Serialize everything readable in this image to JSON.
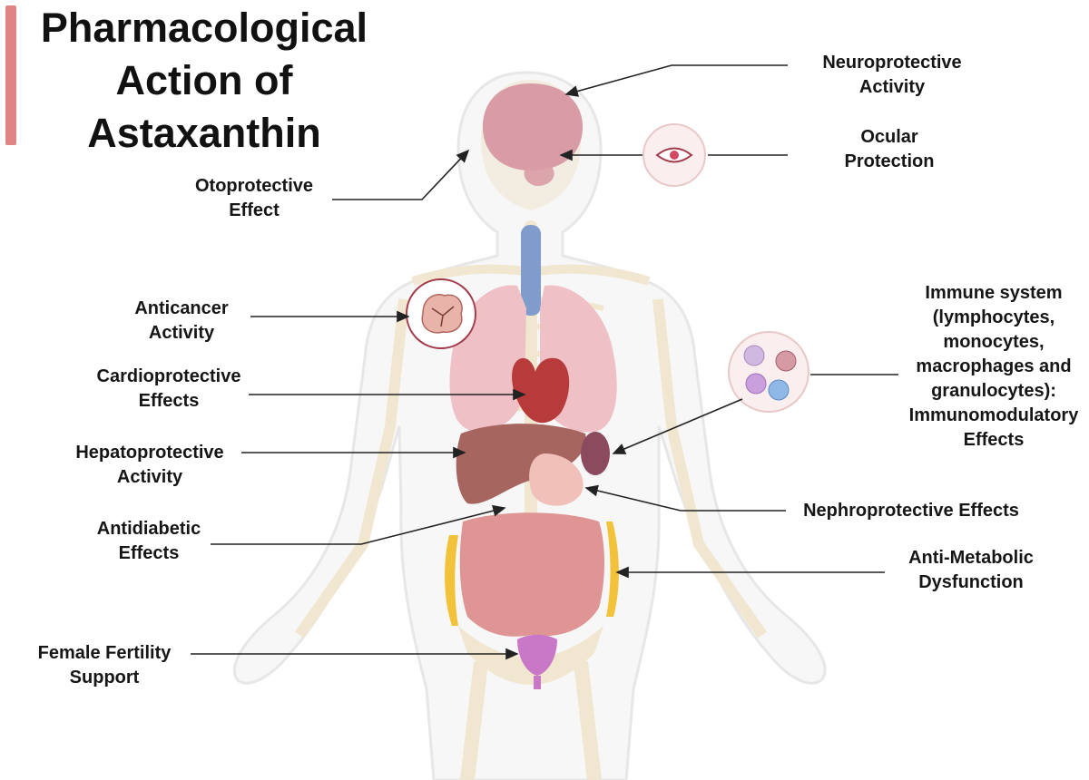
{
  "title": {
    "lines": [
      "Pharmacological",
      "Action of",
      "Astaxanthin"
    ]
  },
  "colors": {
    "accent_bar": "#e08585",
    "body_outline": "#e7e7e7",
    "skeleton": "#f1e6cf",
    "brain": "#d99ca6",
    "trachea": "#7f9ccd",
    "lungs": "#efc1c6",
    "liver": "#a6655f",
    "kidney": "#8c4a5e",
    "intestine": "#e09595",
    "fat": "#f2c23a",
    "uterus": "#c978c8",
    "callout_ring": "#a23a4a",
    "leader_line": "#222222"
  },
  "labels": {
    "neuroprotective": [
      "Neuroprotective",
      "Activity"
    ],
    "ocular": [
      "Ocular",
      "Protection"
    ],
    "otoprotective": [
      "Otoprotective",
      "Effect"
    ],
    "anticancer": [
      "Anticancer",
      "Activity"
    ],
    "cardioprotective": [
      "Cardioprotective",
      "Effects"
    ],
    "hepatoprotective": [
      "Hepatoprotective",
      "Activity"
    ],
    "antidiabetic": [
      "Antidiabetic",
      "Effects"
    ],
    "fertility": [
      "Female Fertility",
      "Support"
    ],
    "immune": [
      "Immune system",
      "(lymphocytes,",
      "monocytes,",
      "macrophages and",
      "granulocytes):",
      "Immunomodulatory",
      "Effects"
    ],
    "nephroprotective": [
      "Nephroprotective Effects"
    ],
    "metabolic": [
      "Anti-Metabolic",
      "Dysfunction"
    ]
  },
  "icons": {
    "eye": "eye-icon",
    "tumor_cell": "tumor-cell-icon",
    "immune_cells": "immune-cells-icon"
  }
}
